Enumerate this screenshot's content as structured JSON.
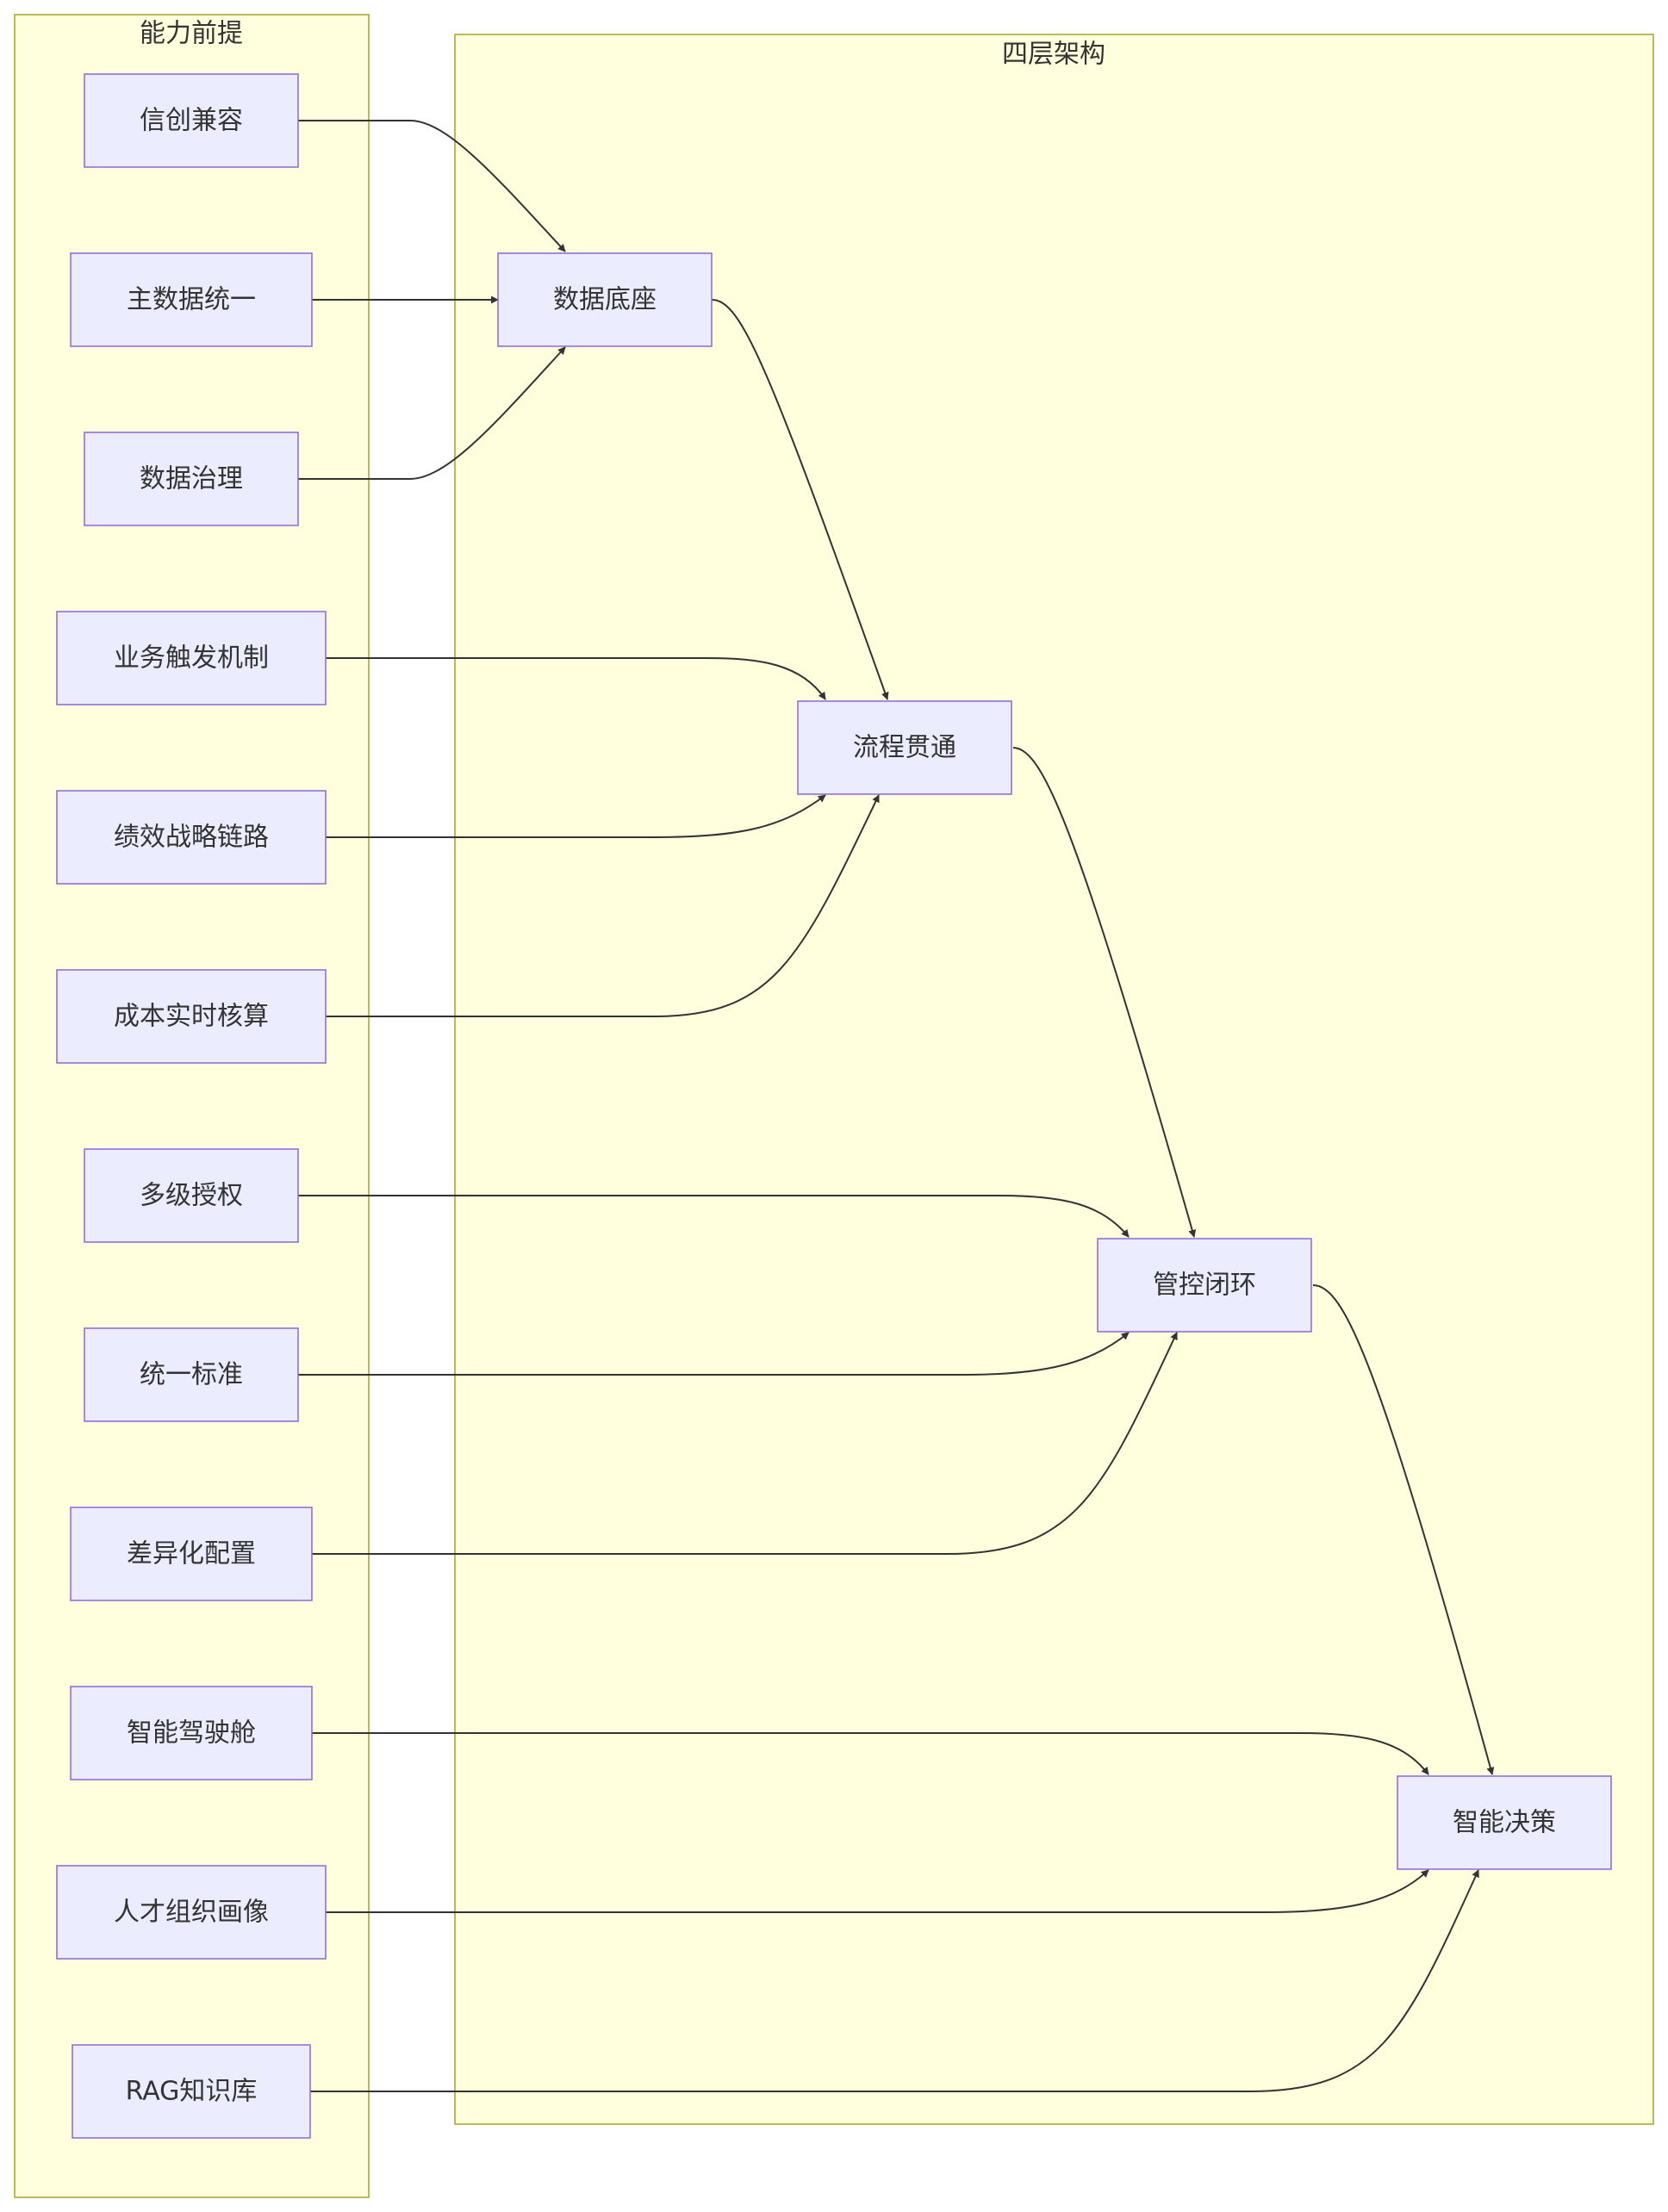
{
  "diagram": {
    "clusters": {
      "prerequisites": "能力前提",
      "architecture": "四层架构"
    },
    "nodes": {
      "xinchuang": "信创兼容",
      "master_data": "主数据统一",
      "data_governance": "数据治理",
      "biz_trigger": "业务触发机制",
      "perf_strategy": "绩效战略链路",
      "cost_accounting": "成本实时核算",
      "multi_auth": "多级授权",
      "unified_std": "统一标准",
      "diff_config": "差异化配置",
      "cockpit": "智能驾驶舱",
      "talent_profile": "人才组织画像",
      "rag_kb": "RAG知识库",
      "data_base": "数据底座",
      "process": "流程贯通",
      "control": "管控闭环",
      "decision": "智能决策"
    },
    "edges": [
      {
        "from": "xinchuang",
        "to": "data_base"
      },
      {
        "from": "master_data",
        "to": "data_base"
      },
      {
        "from": "data_governance",
        "to": "data_base"
      },
      {
        "from": "data_base",
        "to": "process"
      },
      {
        "from": "biz_trigger",
        "to": "process"
      },
      {
        "from": "perf_strategy",
        "to": "process"
      },
      {
        "from": "cost_accounting",
        "to": "process"
      },
      {
        "from": "process",
        "to": "control"
      },
      {
        "from": "multi_auth",
        "to": "control"
      },
      {
        "from": "unified_std",
        "to": "control"
      },
      {
        "from": "diff_config",
        "to": "control"
      },
      {
        "from": "control",
        "to": "decision"
      },
      {
        "from": "cockpit",
        "to": "decision"
      },
      {
        "from": "talent_profile",
        "to": "decision"
      },
      {
        "from": "rag_kb",
        "to": "decision"
      }
    ]
  }
}
